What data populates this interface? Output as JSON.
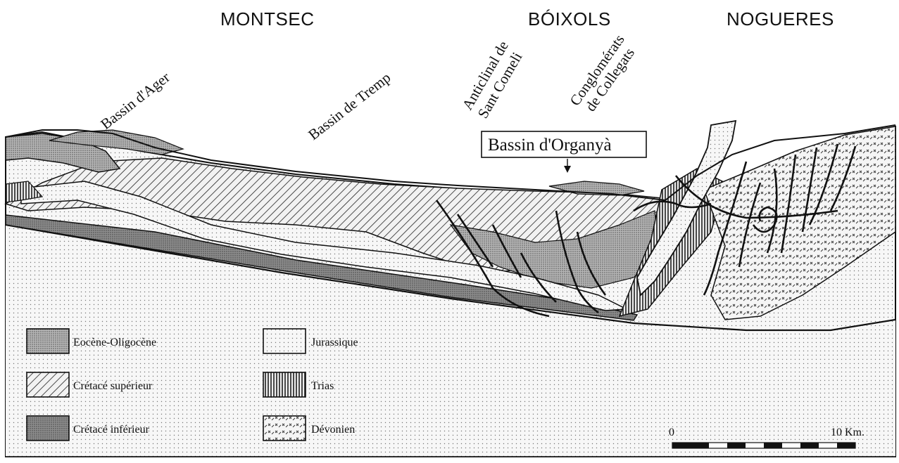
{
  "regions": [
    "MONTSEC",
    "BÓIXOLS",
    "NOGUERES"
  ],
  "labels": {
    "bassin_ager": "Bassin d'Ager",
    "bassin_tremp": "Bassin de Tremp",
    "anticlinal_line1": "Anticlinal de",
    "anticlinal_line2": "Sant Comeli",
    "conglomerats_line1": "Conglomérats",
    "conglomerats_line2": "de Collegats",
    "bassin_organya": "Bassin d'Organyà"
  },
  "legend": [
    {
      "label": "Eocène-Oligocène",
      "pattern": "dense-dots"
    },
    {
      "label": "Crétacé  supérieur",
      "pattern": "diagonal-hatch"
    },
    {
      "label": "Crétacé  inférieur",
      "pattern": "dark-grey"
    },
    {
      "label": "Jurassique",
      "pattern": "sparse-dots"
    },
    {
      "label": "Trias",
      "pattern": "vertical-lines"
    },
    {
      "label": "Dévonien",
      "pattern": "crosses"
    }
  ],
  "scale": {
    "start": "0",
    "end": "10 Km."
  },
  "colors": {
    "ink": "#111111",
    "eocene": "#9a9a9a",
    "cretace_inf": "#8a8a8a",
    "jurassique": "#f4f4f4",
    "background": "#ffffff"
  }
}
